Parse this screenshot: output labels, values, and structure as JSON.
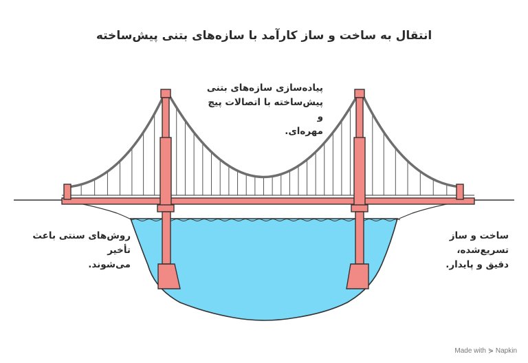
{
  "title": "انتقال به ساخت و ساز کارآمد با سازه‌های بتنی پیش‌ساخته",
  "captions": {
    "top": [
      "پیاده‌سازی سازه‌های بتنی",
      "پیش‌ساخته با اتصالات پیچ و",
      "مهره‌ای."
    ],
    "left": [
      "روش‌های سنتی باعث تأخیر",
      "می‌شوند."
    ],
    "right": [
      "ساخت و ساز تسریع‌شده،",
      "دقیق و پایدار."
    ]
  },
  "branding": "Made with ⋟ Napkin",
  "colors": {
    "tower": "#f18a85",
    "tower_stroke": "#3a3a3a",
    "deck": "#f18a85",
    "water": "#7ad9f7",
    "cable": "#6e6e6e",
    "hanger": "#555555"
  }
}
